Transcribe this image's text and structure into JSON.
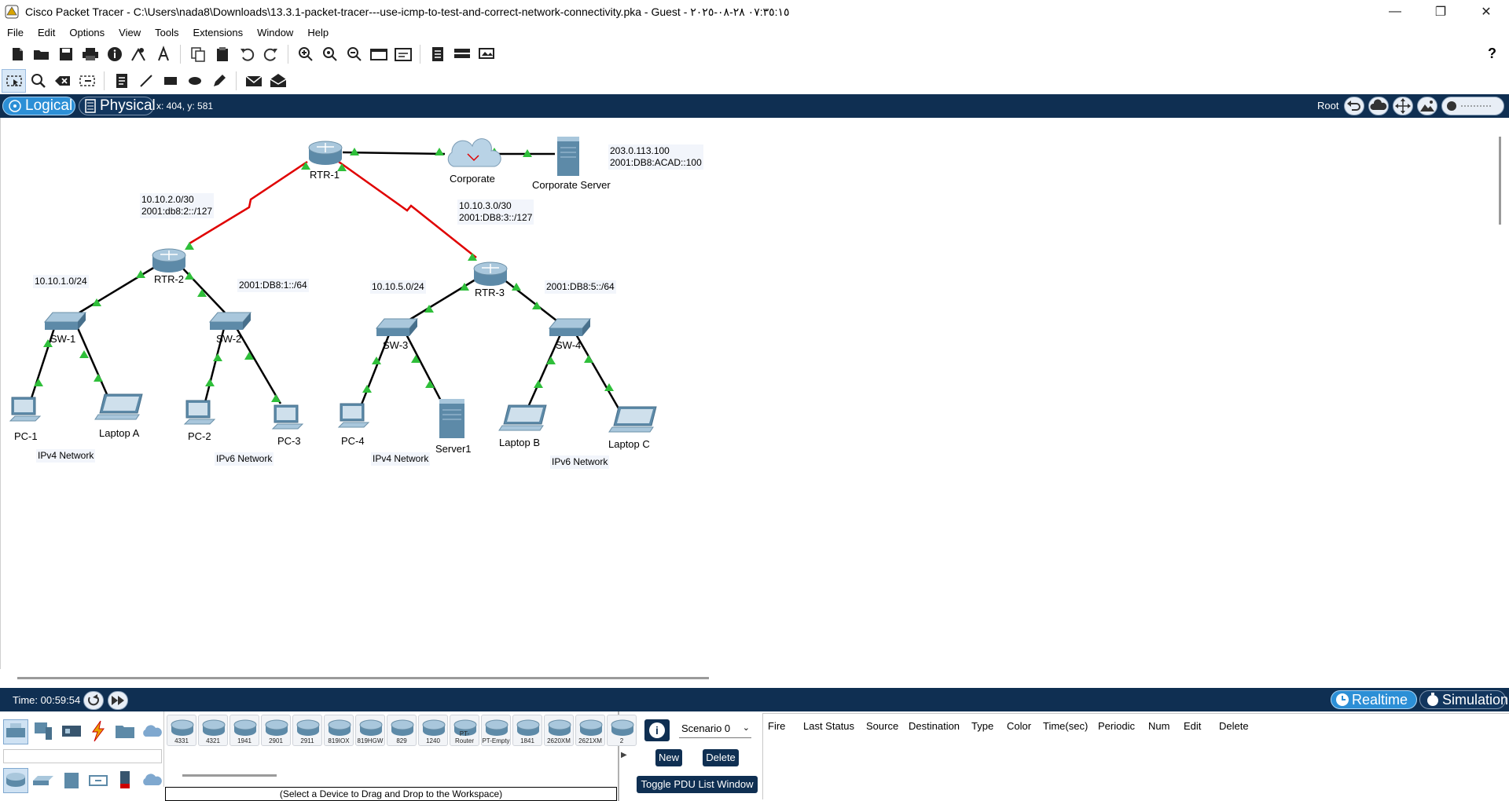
{
  "window": {
    "title": "Cisco Packet Tracer - C:\\Users\\nada8\\Downloads\\13.3.1-packet-tracer---use-icmp-to-test-and-correct-network-connectivity.pka - Guest - ٠٧:٣٥:١٥ ٢٨-٠٨-٢٠٢٥",
    "controls": [
      "—",
      "❐",
      "✕"
    ]
  },
  "menu": [
    "File",
    "Edit",
    "Options",
    "View",
    "Tools",
    "Extensions",
    "Window",
    "Help"
  ],
  "help_icon": "?",
  "modebar": {
    "logical": "Logical",
    "physical": "Physical",
    "coords": "x: 404, y: 581",
    "root": "Root"
  },
  "devices": [
    {
      "id": "RTR-1",
      "label": "RTR-1",
      "kind": "router"
    },
    {
      "id": "Corporate",
      "label": "Corporate",
      "kind": "cloud"
    },
    {
      "id": "CorporateServer",
      "label": "Corporate Server",
      "kind": "server"
    },
    {
      "id": "RTR-2",
      "label": "RTR-2",
      "kind": "router"
    },
    {
      "id": "RTR-3",
      "label": "RTR-3",
      "kind": "router"
    },
    {
      "id": "SW-1",
      "label": "SW-1",
      "kind": "switch"
    },
    {
      "id": "SW-2",
      "label": "SW-2",
      "kind": "switch"
    },
    {
      "id": "SW-3",
      "label": "SW-3",
      "kind": "switch"
    },
    {
      "id": "SW-4",
      "label": "SW-4",
      "kind": "switch"
    },
    {
      "id": "PC-1",
      "label": "PC-1",
      "kind": "pc"
    },
    {
      "id": "LaptopA",
      "label": "Laptop A",
      "kind": "laptop"
    },
    {
      "id": "PC-2",
      "label": "PC-2",
      "kind": "pc"
    },
    {
      "id": "PC-3",
      "label": "PC-3",
      "kind": "pc"
    },
    {
      "id": "PC-4",
      "label": "PC-4",
      "kind": "pc"
    },
    {
      "id": "Server1",
      "label": "Server1",
      "kind": "server"
    },
    {
      "id": "LaptopB",
      "label": "Laptop B",
      "kind": "laptop"
    },
    {
      "id": "LaptopC",
      "label": "Laptop C",
      "kind": "laptop"
    }
  ],
  "notes": {
    "corp_server": [
      "203.0.113.100",
      "2001:DB8:ACAD::100"
    ],
    "link_rtr1_rtr2": [
      "10.10.2.0/30",
      "2001:db8:2::/127"
    ],
    "link_rtr1_rtr3": [
      "10.10.3.0/30",
      "2001:DB8:3::/127"
    ],
    "lan1": "10.10.1.0/24",
    "lan2": "2001:DB8:1::/64",
    "lan3": "10.10.5.0/24",
    "lan4": "2001:DB8:5::/64",
    "group1": "IPv4 Network",
    "group2": "IPv6 Network",
    "group3": "IPv4 Network",
    "group4": "IPv6 Network"
  },
  "bottom": {
    "time": "Time: 00:59:54",
    "realtime": "Realtime",
    "simulation": "Simulation"
  },
  "device_models": [
    "4331",
    "4321",
    "1941",
    "2901",
    "2911",
    "819IOX",
    "819HGW",
    "829",
    "1240",
    "PT-Router",
    "PT-Empty",
    "1841",
    "2620XM",
    "2621XM",
    "2"
  ],
  "hint": "(Select a Device to Drag and Drop to the Workspace)",
  "scenario": {
    "info_icon": "i",
    "selected": "Scenario 0",
    "new": "New",
    "delete": "Delete",
    "toggle": "Toggle PDU List Window"
  },
  "pdu_columns": [
    "Fire",
    "Last Status",
    "Source",
    "Destination",
    "Type",
    "Color",
    "Time(sec)",
    "Periodic",
    "Num",
    "Edit",
    "Delete"
  ],
  "colors": {
    "navy": "#0f2f52",
    "accent": "#2c8fd6",
    "serial_link": "#e00000",
    "link_up": "#2fbf3a"
  }
}
